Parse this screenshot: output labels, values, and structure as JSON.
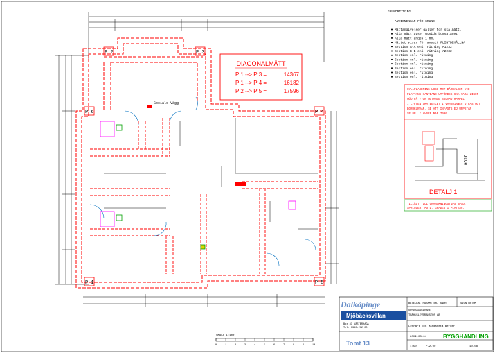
{
  "colors": {
    "wall": "#ff0000",
    "dim": "#000000",
    "accent_green": "#00a000",
    "accent_magenta": "#ff00ff",
    "accent_cyan": "#0070c0",
    "title_blue": "#6a8fc8"
  },
  "diagonal_box": {
    "title": "DIAGONALMÅTT",
    "rows": [
      {
        "label": "P 1 --> P 3 =",
        "value": "14367"
      },
      {
        "label": "P 1 --> P 4 =",
        "value": "16182"
      },
      {
        "label": "P 2 --> P 5 =",
        "value": "17596"
      }
    ]
  },
  "points": [
    "P 1",
    "P 2",
    "P 3",
    "P 4",
    "P 5",
    "P 6"
  ],
  "notes": {
    "heading": "GRUNDRITNING",
    "subheading": "ANVISNINGAR FÖR GRUND",
    "items": [
      "Måttangivelser gäller för skalmått.",
      "Alla mått avser utsida bomsatanet",
      "Alla mått anges i mm.",
      "Måttet visar för avsett PLINTBEHÅLLNA",
      "Sektion A-A  enl. ritning A1232",
      "Sektion B-B  enl. ritning A2232",
      "Sektion    enl. ritning",
      "Sektion    enl. ritning",
      "Sektion    enl. ritning",
      "Sektion    enl. ritning",
      "Sektion    enl. ritning",
      "Sektion    enl. ritning"
    ]
  },
  "red_note": {
    "lines": [
      "SYLLPLACERING LIGG MOT BÄRBALKEN VID",
      "PLATTANS KANTBAND UTFÖRDES SKA VARA LIKST",
      "MÖD PÅ YTOR MOTANSE SOLVMUTRAMPEL",
      "I LYFVEN SKA BETLET I VARVRINNEN UTFAS MOT",
      "BORRKURVAN, SE ATT INFÄSTS EJ UPPSTÅR",
      "SE NR. I AVSER NÄR 7000"
    ]
  },
  "detail": {
    "label": "DETALJ 1",
    "height_label": "HÖJT"
  },
  "green_note": {
    "lines": [
      "TILLÄGT TILL GRANSKNINGSTIPS SPSD,",
      "SPRINGER, MOTD, GRADES I PLATTAN."
    ]
  },
  "plan_labels": {
    "room_label": "Socials Vägg"
  },
  "title_block": {
    "company": "Dalköpinge",
    "brand": "Mjöbäcksvillan",
    "brand_address": "Box 83 VÄSTERHAGA",
    "brand_phone": "Tel. 0380-202 00",
    "header1": "BETECKN, PARAMETER, ÄNDR",
    "header2": "SIGN DATUM",
    "client_label": "UPPDRAGSGIVARE",
    "client_line": "TRÄHUSLEVERANSTÖR AB",
    "project": "Lennart och Margareta Berger",
    "date": "2009-03-04",
    "scale": "1:50",
    "drawing_type": "BYGGHANDLING",
    "plot_label": "Tomt 13",
    "sheet": "P-2.00",
    "code": "10-08"
  },
  "scale_bar": {
    "label": "SKALA 1:100",
    "ticks": [
      "0",
      "1",
      "2",
      "3",
      "4",
      "5",
      "6",
      "7",
      "8",
      "9",
      "10"
    ]
  }
}
